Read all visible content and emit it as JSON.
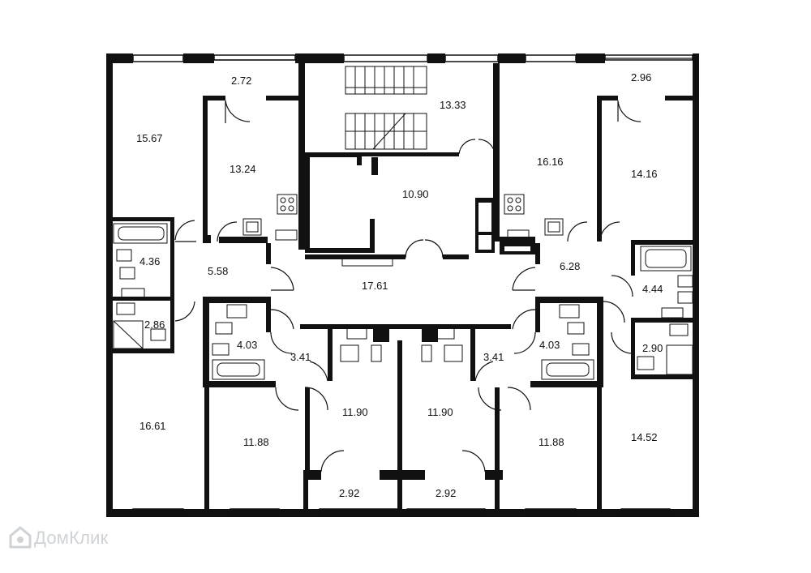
{
  "plan": {
    "rooms": [
      {
        "id": "left-room-top",
        "area": "15.67"
      },
      {
        "id": "balcony-1",
        "area": "2.72"
      },
      {
        "id": "kitchen-1",
        "area": "13.24"
      },
      {
        "id": "stair-hall",
        "area": "13.33"
      },
      {
        "id": "kitchen-2",
        "area": "16.16"
      },
      {
        "id": "balcony-2",
        "area": "2.96"
      },
      {
        "id": "right-room-top",
        "area": "14.16"
      },
      {
        "id": "elevator-lobby",
        "area": "10.90"
      },
      {
        "id": "bathroom-1",
        "area": "4.36"
      },
      {
        "id": "hall-1",
        "area": "5.58"
      },
      {
        "id": "corridor",
        "area": "17.61"
      },
      {
        "id": "hall-2",
        "area": "6.28"
      },
      {
        "id": "bathroom-2",
        "area": "4.44"
      },
      {
        "id": "wc-1",
        "area": "2.86"
      },
      {
        "id": "bathroom-3",
        "area": "4.03"
      },
      {
        "id": "hall-3",
        "area": "3.41"
      },
      {
        "id": "hall-4",
        "area": "3.41"
      },
      {
        "id": "bathroom-4",
        "area": "4.03"
      },
      {
        "id": "wc-2",
        "area": "2.90"
      },
      {
        "id": "left-room-bottom",
        "area": "16.61"
      },
      {
        "id": "room-bottom-1",
        "area": "11.88"
      },
      {
        "id": "room-bottom-2",
        "area": "11.90"
      },
      {
        "id": "room-bottom-3",
        "area": "11.90"
      },
      {
        "id": "room-bottom-4",
        "area": "11.88"
      },
      {
        "id": "right-room-bottom",
        "area": "14.52"
      },
      {
        "id": "balcony-3",
        "area": "2.92"
      },
      {
        "id": "balcony-4",
        "area": "2.92"
      }
    ]
  },
  "watermark": {
    "text": "ДомКлик"
  }
}
